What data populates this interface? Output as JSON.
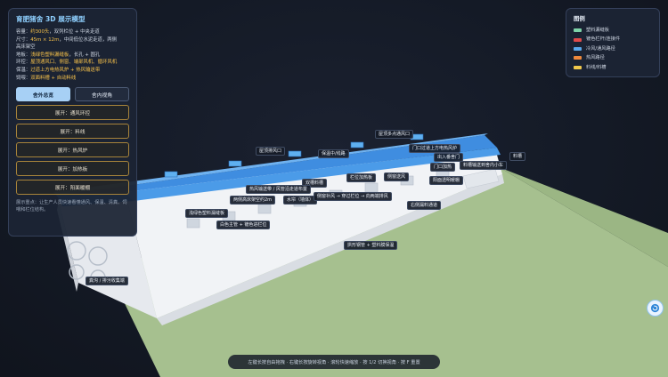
{
  "panel": {
    "title": "育肥猪舍 3D 展示模型",
    "rows": [
      {
        "k": "容量：",
        "v": "约300头",
        "rest": "，双列栏位 + 中央走道"
      },
      {
        "k": "尺寸：",
        "v": "45m × 12m",
        "rest": "，中间低位水泥走道，两侧"
      },
      {
        "k": "",
        "v": "",
        "rest": "高床架空"
      },
      {
        "k": "地板：",
        "v": "浅绿色塑料漏缝板",
        "rest": "，长孔 + 圆孔"
      },
      {
        "k": "环控：",
        "v": "屋顶通风口、侧窗、端部风机、循环风机",
        "rest": ""
      },
      {
        "k": "保温：",
        "v": "过道上方电热风炉 + 热风输送带",
        "rest": ""
      },
      {
        "k": "饲喂：",
        "v": "双面料槽 + 自动料线",
        "rest": ""
      }
    ],
    "view_buttons": [
      "舍外总览",
      "舍内视角"
    ],
    "expand_buttons": [
      "展开：通风环控",
      "展开：料线",
      "展开：热风炉",
      "展开：加热板",
      "展开：阳面暖棚"
    ],
    "note": "展示重点：让生产人员快速看懂通风、保温、清粪、饲喂和栏位结构。"
  },
  "legend": {
    "title": "图例",
    "items": [
      {
        "label": "塑料漏缝板",
        "color": "#7ed3a8"
      },
      {
        "label": "镀色栏杆/连接件",
        "color": "#e04a4a"
      },
      {
        "label": "冷风/通风路径",
        "color": "#5aa8ec"
      },
      {
        "label": "热风路径",
        "color": "#f08a3c"
      },
      {
        "label": "料线/料槽",
        "color": "#f2c94c"
      }
    ]
  },
  "labels": {
    "roof_outlet": "屋顶排风口",
    "roof_multi": "屋顶多点通风口",
    "insul_ridge": "保温中/线路",
    "gate_fan": "门口过道上方电热风炉",
    "entrance": "出入番舍门",
    "door_heat": "门口加热",
    "feed_line_note": "料槽输送到舍内小车",
    "feed": "料槽",
    "pen_heat": "栏位加热板",
    "side_vent": "侧窗送风",
    "double_feed": "双槽料槽",
    "hot_belt": "热风输送带 / 风管沿走道布置",
    "two_high": "两侧高床架空约2m",
    "wet_curtain": "水帘（墙体）",
    "cross_vent": "侧窗补风 → 穿过栏位 → 向两端排风",
    "sun_shed": "阳面透明暖棚",
    "green_slat": "浅绿色塑料漏缝板",
    "side_floor": "右侧漏料通道",
    "white_pipe": "白色主管 + 镀色进栏位",
    "steel_frame": "拱形钢管 + 塑料膜保温",
    "manure": "粪沟 / 排污收集端"
  },
  "hint": "左键长按自由拖拽 · 右键长按旋转视角 · 滚轮快速缩放 · 按 1/2 切换视角 · 按 F 重置"
}
